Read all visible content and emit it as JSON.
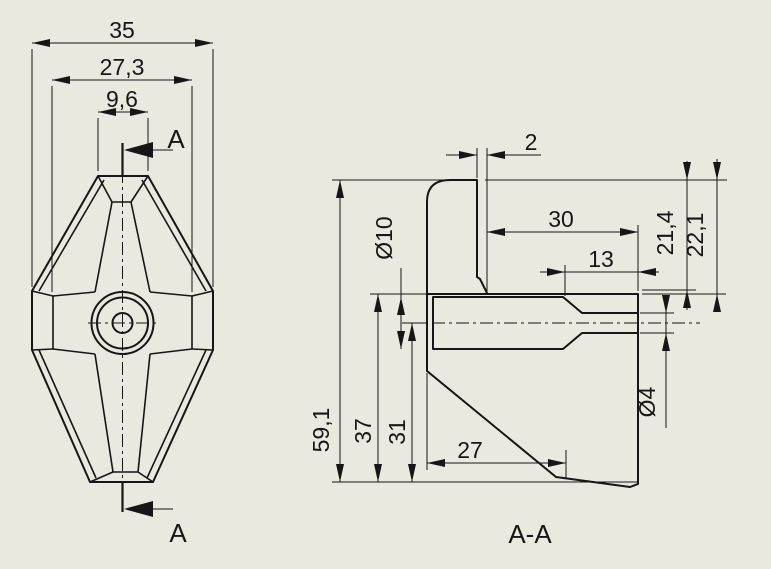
{
  "colors": {
    "background": "#E9E9E0",
    "line_color": "#161616"
  },
  "front_view": {
    "dimensions": {
      "overall_width": "35",
      "across_flats": "27,3",
      "tip_width": "9,6"
    },
    "section_arrow_top_label": "A",
    "section_arrow_bottom_label": "A"
  },
  "section_view": {
    "title": "A-A",
    "dimensions": {
      "top_lip_thickness": "2",
      "depth_to_back": "30",
      "small_hole_depth": "13",
      "height_to_web_top": "21,4",
      "height_to_bore_top": "22,1",
      "bore_diameter": "Ø10",
      "small_hole_diameter": "Ø4",
      "overall_height": "59,1",
      "web_height_from_base": "37",
      "bore_center_from_base": "31",
      "base_length": "27"
    }
  }
}
